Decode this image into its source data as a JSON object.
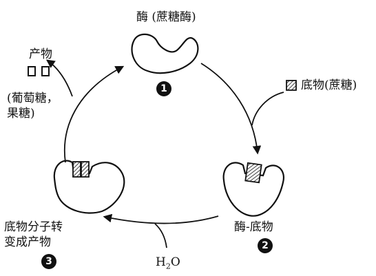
{
  "labels": {
    "enzyme": "酶 (蔗糖酶)",
    "substrate": "底物(蔗糖)",
    "complex": "酶-底物",
    "conversion_line1": "底物分子转",
    "conversion_line2": "变成产物",
    "water_main": "H",
    "water_sub": "2",
    "water_tail": "O",
    "product_title": "产物",
    "product_line1": "(葡萄糖，",
    "product_line2": "果糖)"
  },
  "steps": [
    "1",
    "2",
    "3"
  ],
  "colors": {
    "stroke": "#111111",
    "badge_bg": "#111111",
    "badge_text": "#ffffff"
  }
}
